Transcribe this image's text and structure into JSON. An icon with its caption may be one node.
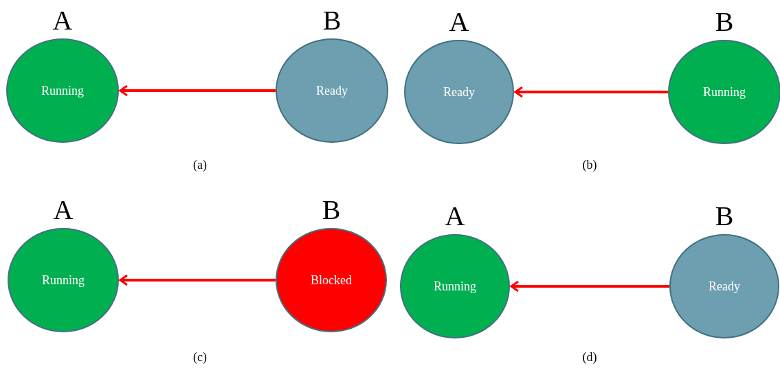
{
  "diagram": {
    "nodes": [
      {
        "text": [
          "A",
          "Running"
        ]
      },
      {
        "text": [
          "B",
          "Ready"
        ]
      },
      {
        "text": [
          "A",
          "Ready"
        ]
      },
      {
        "text": [
          "B",
          "Running"
        ]
      },
      {
        "text": [
          "A",
          "Running"
        ]
      },
      {
        "text": [
          "B",
          "Blocked"
        ]
      },
      {
        "text": [
          "A",
          "Running"
        ]
      },
      {
        "text": [
          "B",
          "Ready"
        ]
      }
    ],
    "edges": [
      {
        "from": 1,
        "to": 0,
        "arrow": "to"
      },
      {
        "from": 3,
        "to": 2,
        "arrow": "to"
      },
      {
        "from": 5,
        "to": 4,
        "arrow": "to"
      },
      {
        "from": 7,
        "to": 6,
        "arrow": "to"
      }
    ],
    "labels": [
      "(a)",
      "(b)",
      "(c)",
      "(d)"
    ]
  }
}
